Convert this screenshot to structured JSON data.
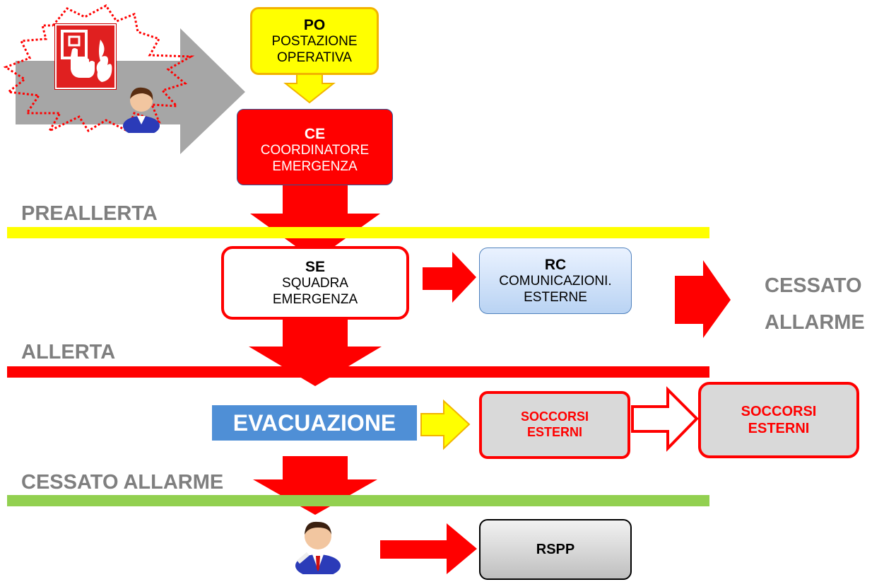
{
  "phases": {
    "preallerta": "PREALLERTA",
    "allerta": "ALLERTA",
    "cessato": "CESSATO ALLARME"
  },
  "colors": {
    "preallerta_band": "#ffff00",
    "allerta_band": "#ff0000",
    "cessato_band": "#92d050",
    "arrow_red": "#ff0000",
    "arrow_yellow": "#ffff00",
    "evac_bg": "#4f8fd6",
    "phase_text": "#7f7f7f"
  },
  "nodes": {
    "po": {
      "code": "PO",
      "line1": "POSTAZIONE",
      "line2": "OPERATIVA"
    },
    "ce": {
      "code": "CE",
      "line1": "COORDINATORE",
      "line2": "EMERGENZA"
    },
    "se": {
      "code": "SE",
      "line1": "SQUADRA",
      "line2": "EMERGENZA"
    },
    "rc": {
      "code": "RC",
      "line1": "COMUNICAZIONI.",
      "line2": "ESTERNE"
    },
    "evacuazione": "EVACUAZIONE",
    "soccorsi_1": {
      "line1": "SOCCORSI",
      "line2": "ESTERNI"
    },
    "soccorsi_2": {
      "line1": "SOCCORSI",
      "line2": "ESTERNI"
    },
    "rspp": "RSPP",
    "cessato_side": {
      "line1": "CESSATO",
      "line2": "ALLARME"
    }
  },
  "icons": [
    "fire-alarm-button-icon",
    "operator-person-icon",
    "manager-person-icon"
  ]
}
